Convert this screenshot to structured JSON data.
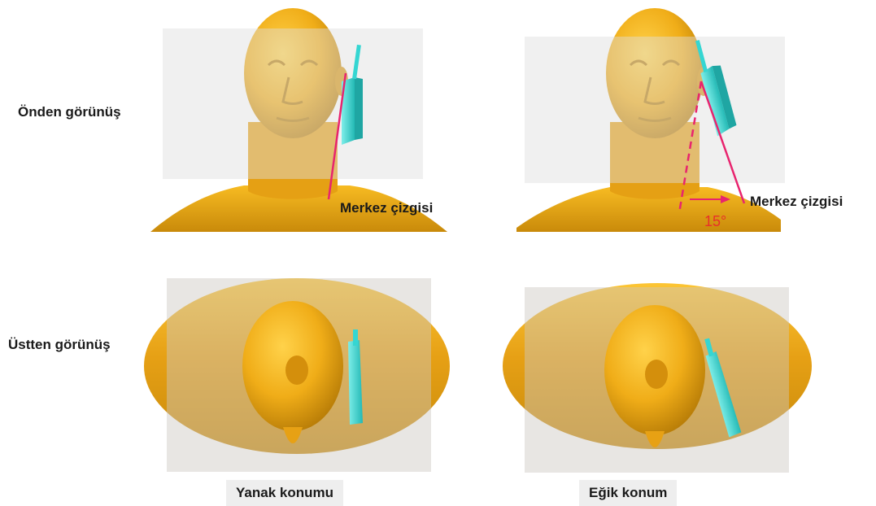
{
  "row_labels": {
    "front": "Önden görünüş",
    "top": "Üstten görünüş"
  },
  "callouts": {
    "center_line_left": "Merkez çizgisi",
    "center_line_right": "Merkez çizgisi",
    "tilt_angle": "15°"
  },
  "captions": {
    "cheek": "Yanak konumu",
    "tilt": "Eğik konum"
  },
  "colors": {
    "head": "#f0ad18",
    "phone": "#35d6d2",
    "center_line": "#e8246e",
    "plane": "#d9d9d9"
  }
}
